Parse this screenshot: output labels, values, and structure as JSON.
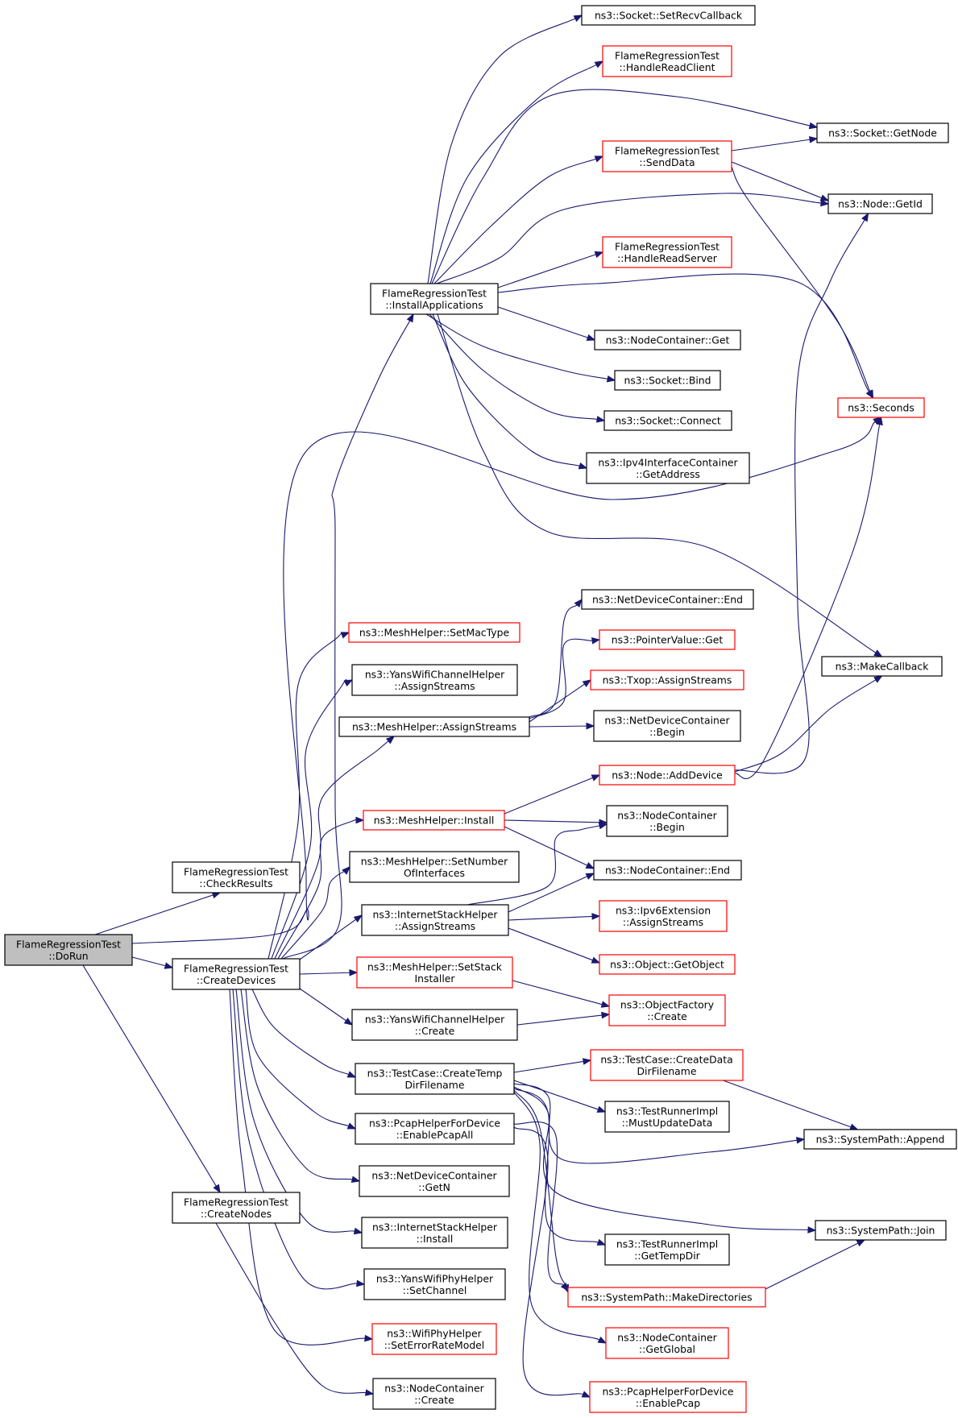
{
  "colors": {
    "edge": "#191970",
    "root_fill": "#bfbfbf",
    "node_border": "#000000",
    "node_border_incomplete": "#ff0000",
    "background": "#ffffff"
  },
  "nodes": {
    "dorun": [
      "FlameRegressionTest",
      "::DoRun"
    ],
    "checkresults": [
      "FlameRegressionTest",
      "::CheckResults"
    ],
    "createdevices": [
      "FlameRegressionTest",
      "::CreateDevices"
    ],
    "createnodes": [
      "FlameRegressionTest",
      "::CreateNodes"
    ],
    "installapps": [
      "FlameRegressionTest",
      "::InstallApplications"
    ],
    "setrecvcallback": [
      "ns3::Socket::SetRecvCallback"
    ],
    "handlereadclient": [
      "FlameRegressionTest",
      "::HandleReadClient"
    ],
    "senddata": [
      "FlameRegressionTest",
      "::SendData"
    ],
    "socketgetnode": [
      "ns3::Socket::GetNode"
    ],
    "nodegetid": [
      "ns3::Node::GetId"
    ],
    "handlereadserver": [
      "FlameRegressionTest",
      "::HandleReadServer"
    ],
    "nodecontainerget": [
      "ns3::NodeContainer::Get"
    ],
    "socketbind": [
      "ns3::Socket::Bind"
    ],
    "socketconnect": [
      "ns3::Socket::Connect"
    ],
    "ipv4getaddress": [
      "ns3::Ipv4InterfaceContainer",
      "::GetAddress"
    ],
    "seconds": [
      "ns3::Seconds"
    ],
    "makecallback": [
      "ns3::MakeCallback"
    ],
    "setmactype": [
      "ns3::MeshHelper::SetMacType"
    ],
    "yanschannelassign": [
      "ns3::YansWifiChannelHelper",
      "::AssignStreams"
    ],
    "meshassign": [
      "ns3::MeshHelper::AssignStreams"
    ],
    "netdevend": [
      "ns3::NetDeviceContainer::End"
    ],
    "pointervalueget": [
      "ns3::PointerValue::Get"
    ],
    "txopassign": [
      "ns3::Txop::AssignStreams"
    ],
    "netdevbegin": [
      "ns3::NetDeviceContainer",
      "::Begin"
    ],
    "nodeadddevice": [
      "ns3::Node::AddDevice"
    ],
    "meshinstall": [
      "ns3::MeshHelper::Install"
    ],
    "nodecontbegin": [
      "ns3::NodeContainer",
      "::Begin"
    ],
    "setnumberif": [
      "ns3::MeshHelper::SetNumber",
      "OfInterfaces"
    ],
    "nodecontend": [
      "ns3::NodeContainer::End"
    ],
    "inetassign": [
      "ns3::InternetStackHelper",
      "::AssignStreams"
    ],
    "ipv6ext": [
      "ns3::Ipv6Extension",
      "::AssignStreams"
    ],
    "objgetobject": [
      "ns3::Object::GetObject"
    ],
    "setstackinst": [
      "ns3::MeshHelper::SetStack",
      "Installer"
    ],
    "objfactory": [
      "ns3::ObjectFactory",
      "::Create"
    ],
    "yanschannelcreate": [
      "ns3::YansWifiChannelHelper",
      "::Create"
    ],
    "createtempdir": [
      "ns3::TestCase::CreateTemp",
      "DirFilename"
    ],
    "createdatadir": [
      "ns3::TestCase::CreateData",
      "DirFilename"
    ],
    "mustupdate": [
      "ns3::TestRunnerImpl",
      "::MustUpdateData"
    ],
    "sysappend": [
      "ns3::SystemPath::Append"
    ],
    "pcapenableall": [
      "ns3::PcapHelperForDevice",
      "::EnablePcapAll"
    ],
    "netdevgetn": [
      "ns3::NetDeviceContainer",
      "::GetN"
    ],
    "sysjoin": [
      "ns3::SystemPath::Join"
    ],
    "inetinstall": [
      "ns3::InternetStackHelper",
      "::Install"
    ],
    "gettempdir": [
      "ns3::TestRunnerImpl",
      "::GetTempDir"
    ],
    "setchannel": [
      "ns3::YansWifiPhyHelper",
      "::SetChannel"
    ],
    "makedirs": [
      "ns3::SystemPath::MakeDirectories"
    ],
    "seterrrate": [
      "ns3::WifiPhyHelper",
      "::SetErrorRateModel"
    ],
    "nodecontglobal": [
      "ns3::NodeContainer",
      "::GetGlobal"
    ],
    "nodecontcreate": [
      "ns3::NodeContainer",
      "::Create"
    ],
    "pcapenable": [
      "ns3::PcapHelperForDevice",
      "::EnablePcap"
    ]
  }
}
